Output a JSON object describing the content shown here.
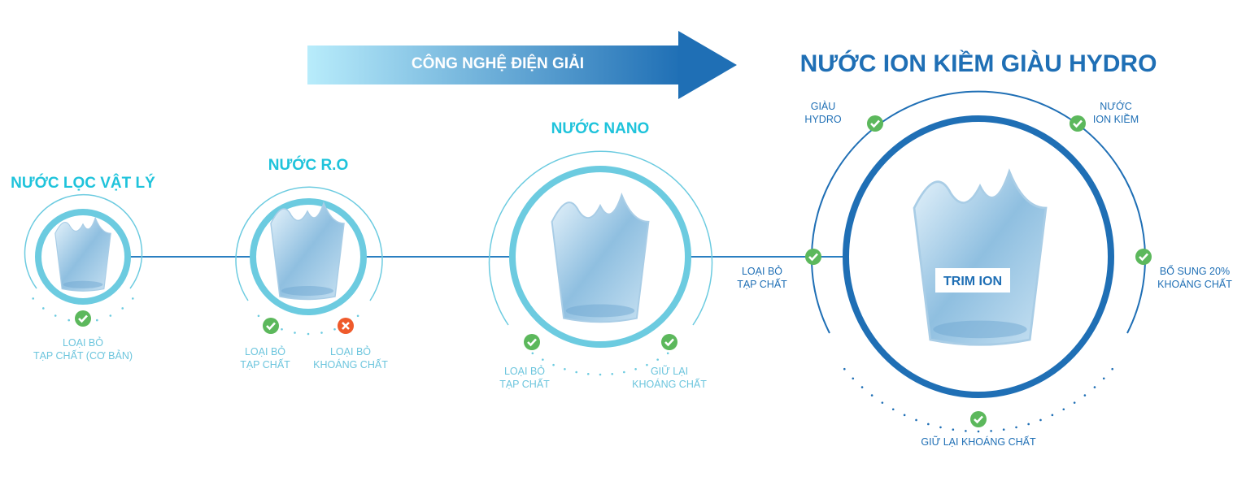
{
  "arrow": {
    "label": "CÔNG NGHỆ ĐIỆN GIẢI"
  },
  "main_title": "NƯỚC ION KIỀM GIÀU HYDRO",
  "colors": {
    "cyan": "#1fc3db",
    "ring_light": "#6ccbe0",
    "dark_blue": "#1f6fb5",
    "check_green": "#5cb85c",
    "cross_red": "#ef5a2b"
  },
  "stages": [
    {
      "title": "NƯỚC LỌC VẬT LÝ",
      "features": [
        {
          "label": [
            "LOẠI BỎ",
            "TẠP CHẤT (CƠ BẢN)"
          ],
          "status": "check"
        }
      ]
    },
    {
      "title": "NƯỚC R.O",
      "features": [
        {
          "label": [
            "LOẠI BỎ",
            "TẠP CHẤT"
          ],
          "status": "check"
        },
        {
          "label": [
            "LOẠI BỎ",
            "KHOÁNG CHẤT"
          ],
          "status": "cross"
        }
      ]
    },
    {
      "title": "NƯỚC NANO",
      "features": [
        {
          "label": [
            "LOẠI BỎ",
            "TẠP CHẤT"
          ],
          "status": "check"
        },
        {
          "label": [
            "GIỮ LẠI",
            "KHOÁNG CHẤT"
          ],
          "status": "check"
        }
      ]
    },
    {
      "title": "",
      "logo": "TRIM ION",
      "features": [
        {
          "label": [
            "GIÀU",
            "HYDRO"
          ],
          "status": "check"
        },
        {
          "label": [
            "NƯỚC",
            "ION KIỀM"
          ],
          "status": "check"
        },
        {
          "label": [
            "LOẠI BỎ",
            "TẠP CHẤT"
          ],
          "status": "check"
        },
        {
          "label": [
            "BỔ SUNG 20%",
            "KHOÁNG CHẤT"
          ],
          "status": "check"
        },
        {
          "label": [
            "GIỮ LẠI KHOÁNG CHẤT"
          ],
          "status": "check"
        }
      ]
    }
  ]
}
